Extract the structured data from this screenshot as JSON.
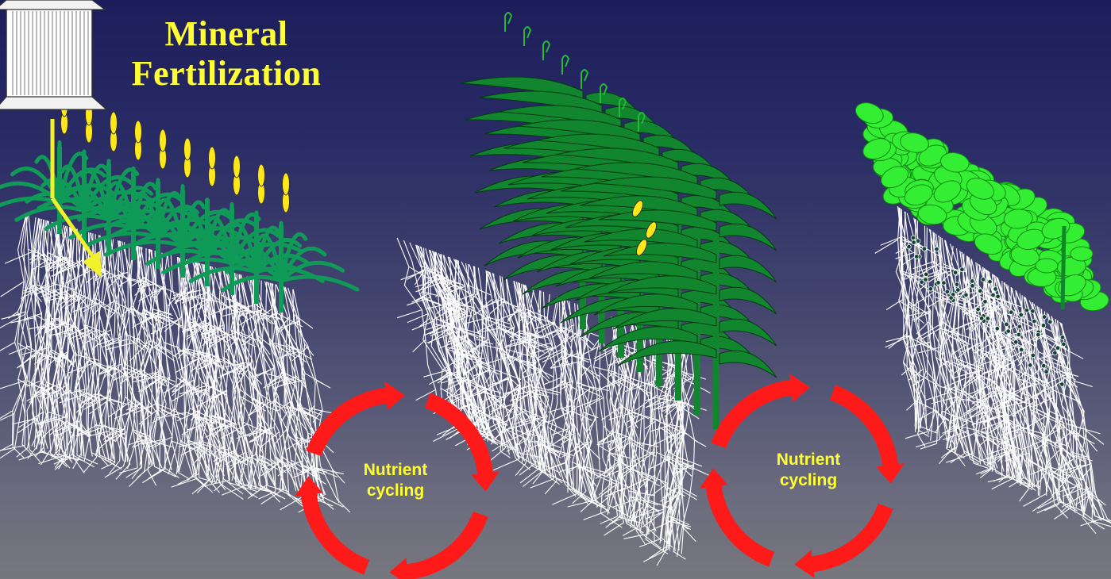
{
  "title": "Mineral Fertilization",
  "cycle_left": {
    "line1": "Nutrient",
    "line2": "cycling"
  },
  "cycle_right": {
    "line1": "Nutrient",
    "line2": "cycling"
  },
  "colors": {
    "background_top": "#1c1d5a",
    "background_bottom": "#77777f",
    "title_text": "#ffff33",
    "cycle_arrows": "#ff1a1a",
    "roots": "#ffffff",
    "millet": "#109a58",
    "maize": "#11862e",
    "legume": "#33ee33",
    "fertilizer_arrow": "#f2f22a"
  },
  "icons": [
    "fertilizer-bag-icon",
    "cycle-arrows-icon"
  ]
}
